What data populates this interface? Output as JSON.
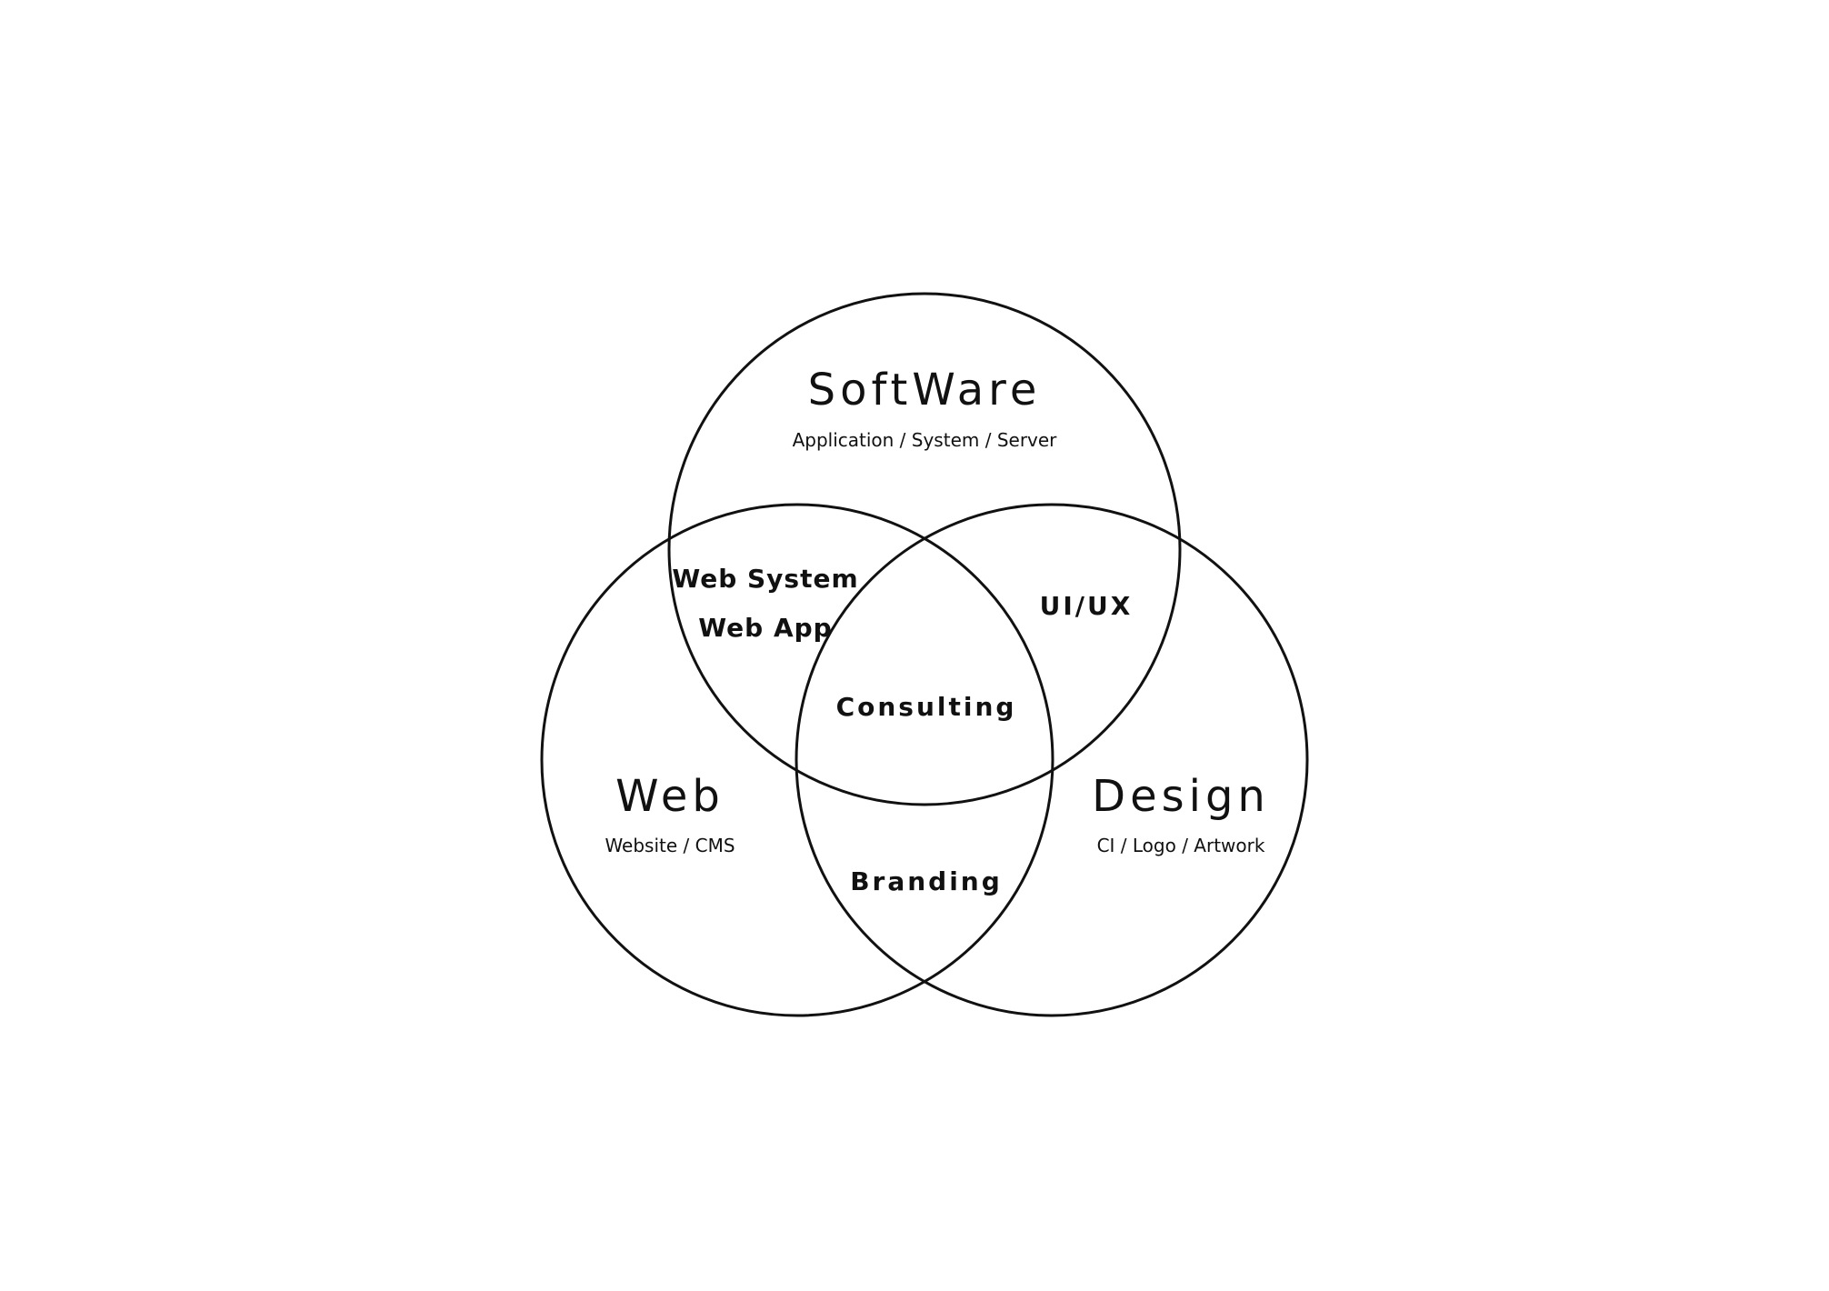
{
  "diagram": {
    "sets": {
      "software": {
        "title": "SoftWare",
        "subtitle": "Application / System / Server"
      },
      "web": {
        "title": "Web",
        "subtitle": "Website / CMS"
      },
      "design": {
        "title": "Design",
        "subtitle": "CI / Logo / Artwork"
      }
    },
    "overlaps": {
      "software_web_line1": "Web System",
      "software_web_line2": "Web App",
      "software_design": "UI/UX",
      "center": "Consulting",
      "web_design": "Branding"
    },
    "stroke_color": "#111111",
    "background_color": "#ffffff"
  }
}
